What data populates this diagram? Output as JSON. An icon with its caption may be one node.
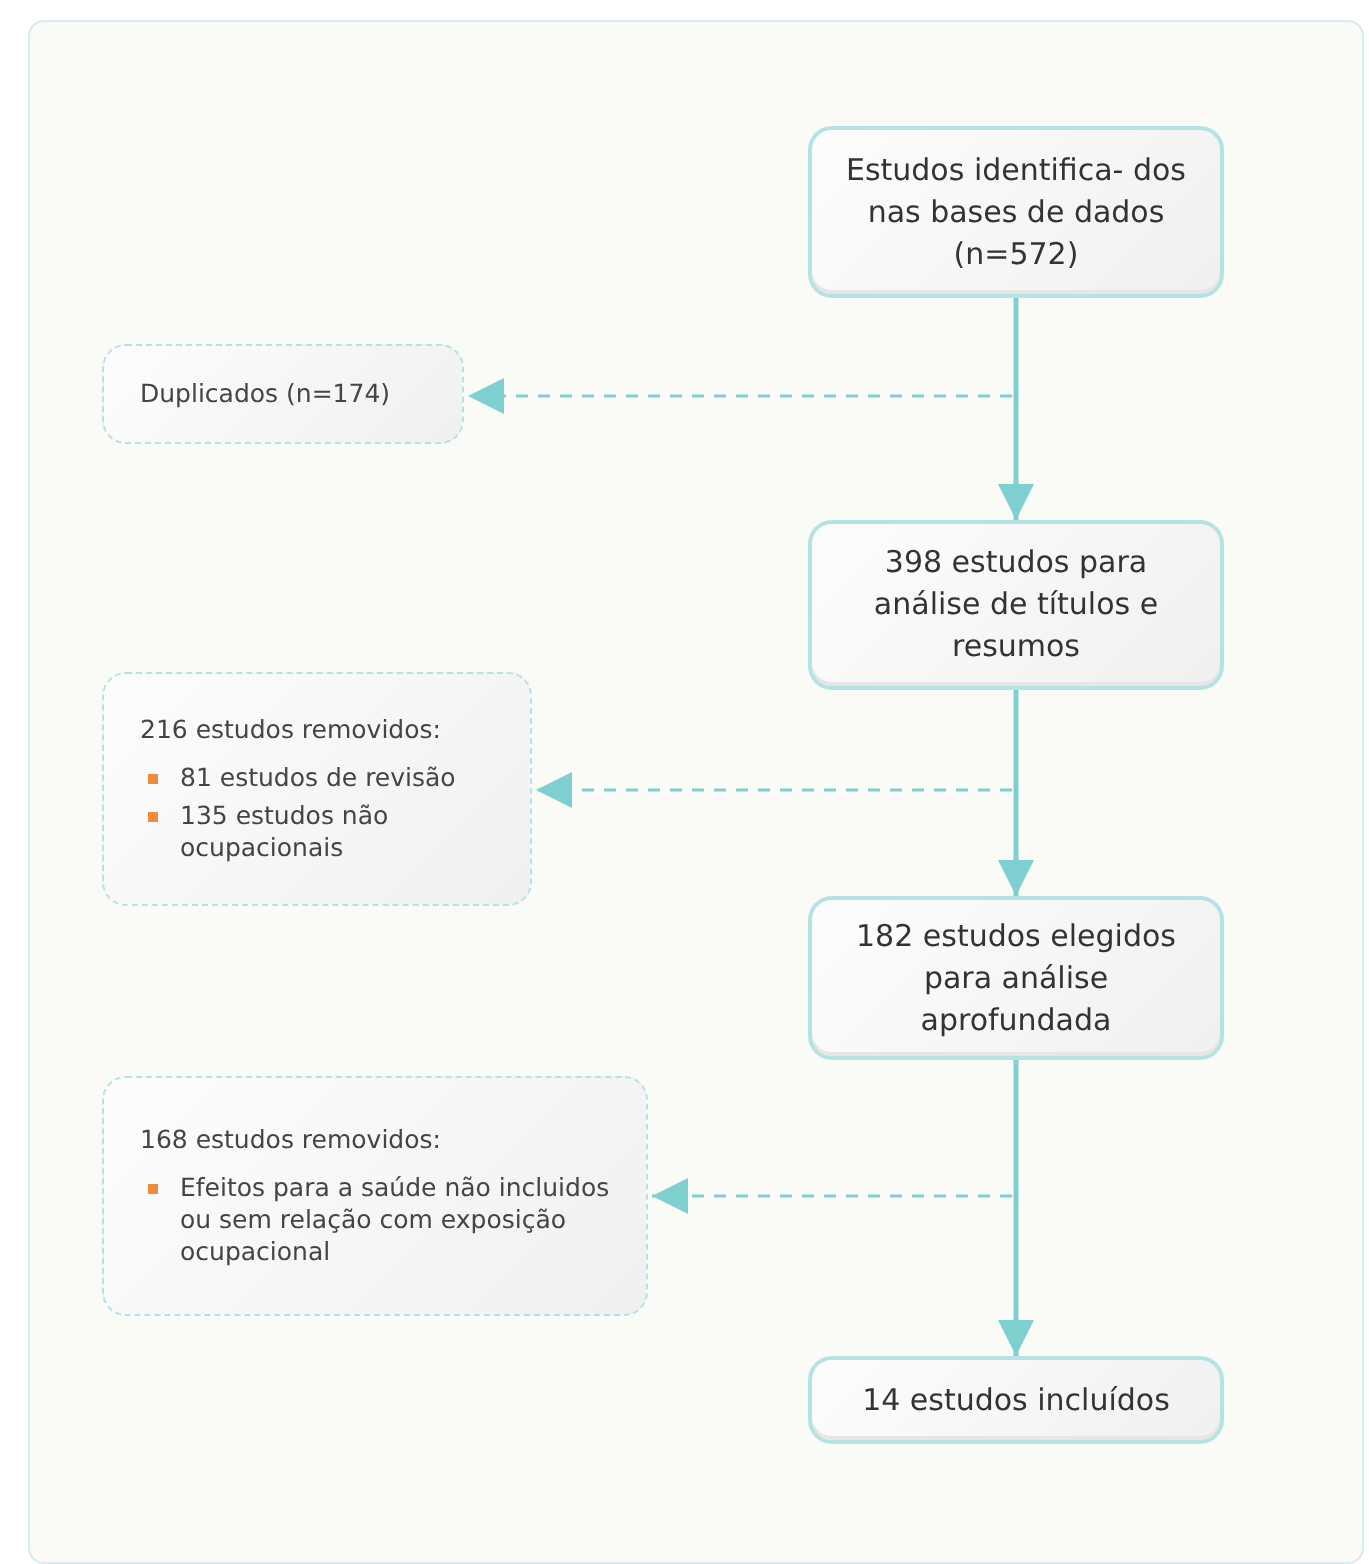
{
  "diagram": {
    "nodes": [
      {
        "text": [
          "Estudos identifica- dos nas bases de dados (n=572)"
        ]
      },
      {
        "text": [
          "Duplicados (n=174)"
        ]
      },
      {
        "text": [
          "398 estudos para análise de títulos e resumos"
        ]
      },
      {
        "text": [
          "216 estudos removidos:",
          "81 estudos de revisão",
          "135 estudos não ocupacionais"
        ]
      },
      {
        "text": [
          "182 estudos elegidos para análise aprofundada"
        ]
      },
      {
        "text": [
          "168 estudos removidos:",
          "Efeitos para a saúde não incluidos ou sem relação com exposição ocupacional"
        ]
      },
      {
        "text": [
          "14 estudos incluídos"
        ]
      }
    ],
    "edges": [
      {
        "from": 0,
        "to": 2,
        "arrow": "to"
      },
      {
        "from": null,
        "to": 1,
        "arrow": "to",
        "style": "dashed"
      },
      {
        "from": 2,
        "to": 4,
        "arrow": "to"
      },
      {
        "from": null,
        "to": 3,
        "arrow": "to",
        "style": "dashed"
      },
      {
        "from": 4,
        "to": 6,
        "arrow": "to"
      },
      {
        "from": null,
        "to": 5,
        "arrow": "to",
        "style": "dashed"
      }
    ]
  }
}
